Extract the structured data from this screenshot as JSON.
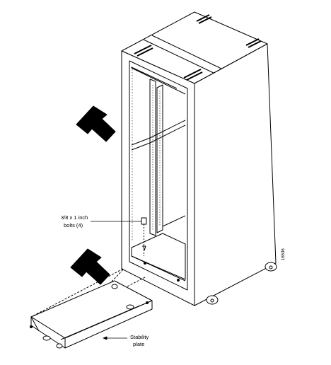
{
  "callouts": {
    "bolts_line1": "3/8 x 1 inch",
    "bolts_line2": "bolts (4)",
    "plate_line1": "Stability",
    "plate_line2": "plate"
  },
  "figure_number": "16536",
  "colors": {
    "line": "#000000",
    "fill": "#ffffff",
    "shade": "#e8e8e8"
  },
  "icons": [
    "arrow-left-down-icon",
    "arrow-left-down-icon"
  ]
}
